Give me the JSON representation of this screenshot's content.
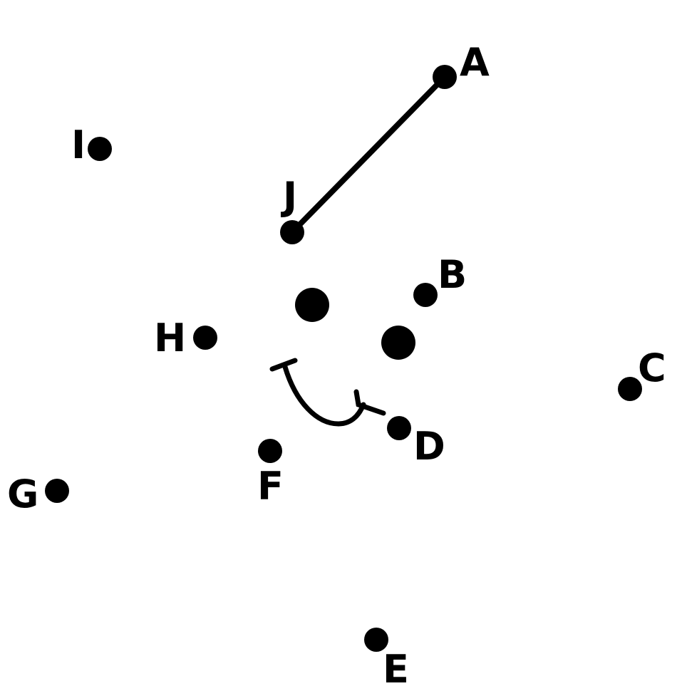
{
  "points": [
    {
      "id": "A",
      "label": "A"
    },
    {
      "id": "B",
      "label": "B"
    },
    {
      "id": "C",
      "label": "C"
    },
    {
      "id": "D",
      "label": "D"
    },
    {
      "id": "E",
      "label": "E"
    },
    {
      "id": "F",
      "label": "F"
    },
    {
      "id": "G",
      "label": "G"
    },
    {
      "id": "H",
      "label": "H"
    },
    {
      "id": "I",
      "label": "I"
    },
    {
      "id": "J",
      "label": "J"
    }
  ],
  "connections": [
    {
      "from": "J",
      "to": "A"
    }
  ],
  "colors": {
    "ink": "#000000",
    "background": "#ffffff"
  }
}
